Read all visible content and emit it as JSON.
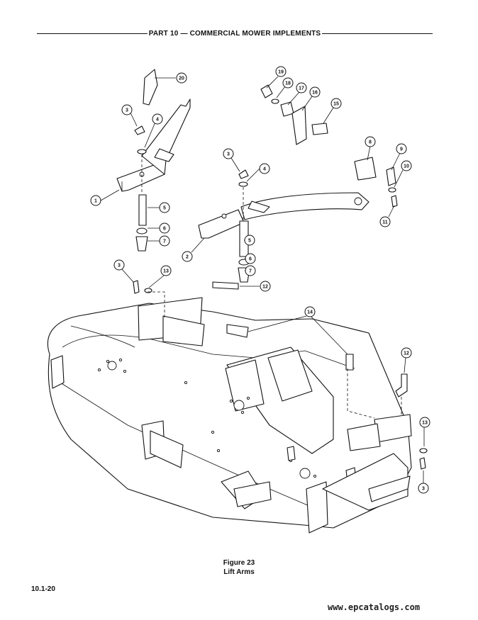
{
  "header": {
    "title": "PART 10 — COMMERCIAL MOWER IMPLEMENTS"
  },
  "figure": {
    "number": "Figure 23",
    "title": "Lift Arms"
  },
  "footer": {
    "page_number": "10.1-20",
    "watermark": "www.epcatalogs.com"
  },
  "callouts": [
    "20",
    "3",
    "4",
    "1",
    "5",
    "6",
    "7",
    "19",
    "18",
    "17",
    "16",
    "15",
    "3",
    "4",
    "2",
    "5",
    "6",
    "7",
    "12",
    "8",
    "9",
    "10",
    "11",
    "3",
    "13",
    "14",
    "12",
    "13",
    "3"
  ]
}
